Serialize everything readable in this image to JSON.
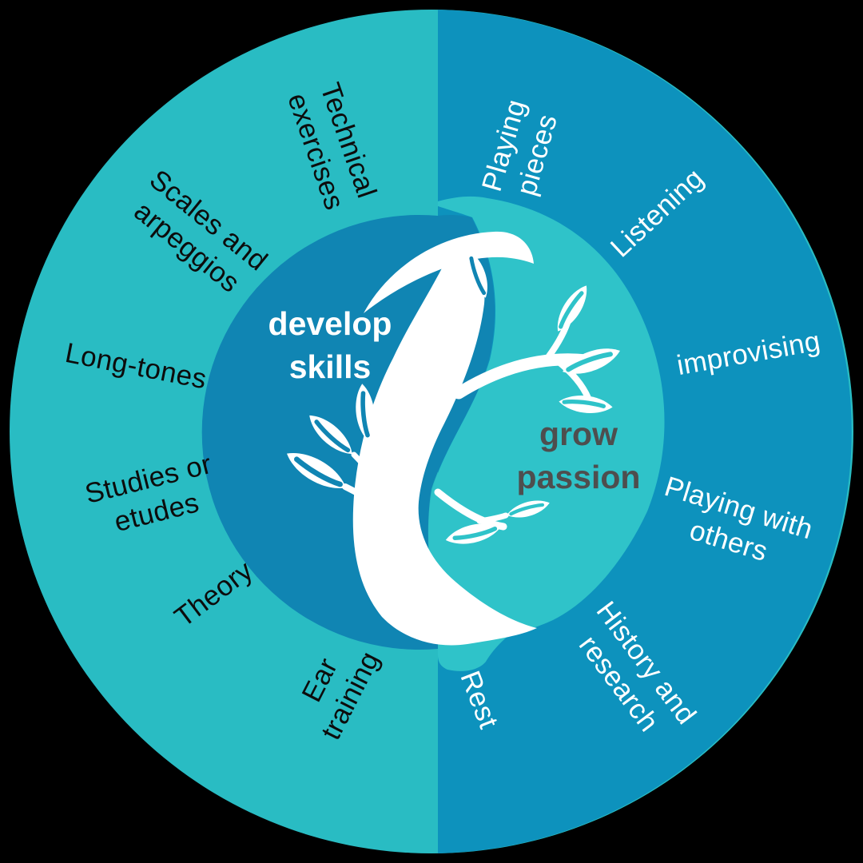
{
  "wheel": {
    "skills_half": {
      "title": "develop skills",
      "items": [
        "Technical exercises",
        "Scales and arpeggios",
        "Long-tones",
        "Studies or etudes",
        "Theory",
        "Ear training"
      ]
    },
    "passion_half": {
      "title": "grow passion",
      "items": [
        "Playing pieces",
        "Listening",
        "improvising",
        "Playing with others",
        "History and research",
        "Rest"
      ]
    }
  },
  "colors": {
    "outer_left": "#29BCC3",
    "outer_right": "#0D92BD",
    "inner_left": "#1085B3",
    "inner_right": "#2FC3C9",
    "label_dark": "#0C0C0C",
    "label_light": "#FFFFFF",
    "title_light": "#FFFFFF",
    "title_dark": "#4E4E4E",
    "tree": "#FFFFFF",
    "bg": "#000000"
  }
}
